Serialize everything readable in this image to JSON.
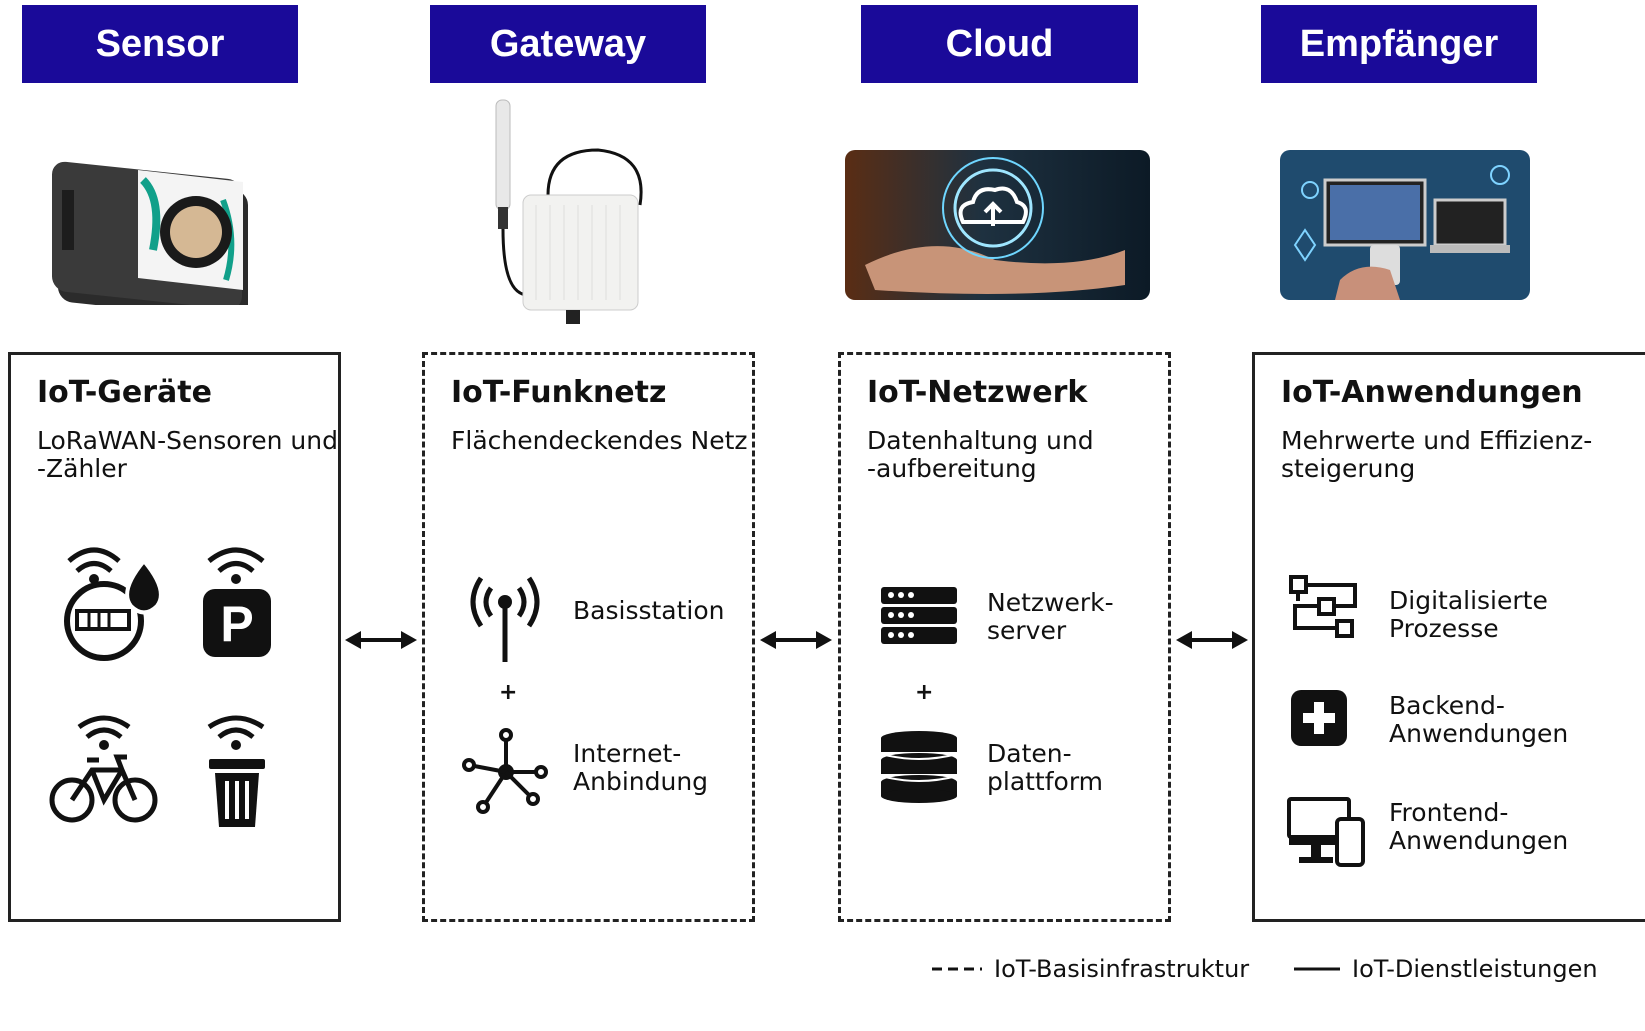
{
  "columns": [
    {
      "header": "Sensor",
      "title": "IoT-Geräte",
      "subtitle": "LoRaWAN-Sensoren und\n-Zähler"
    },
    {
      "header": "Gateway",
      "title": "IoT-Funknetz",
      "subtitle": "Flächendeckendes Netz",
      "items": [
        {
          "label": "Basisstation",
          "icon": "antenna-icon"
        },
        {
          "label": "Internet-\nAnbindung",
          "icon": "network-node-icon"
        }
      ]
    },
    {
      "header": "Cloud",
      "title": "IoT-Netzwerk",
      "subtitle": "Datenhaltung und\n-aufbereitung",
      "items": [
        {
          "label": "Netzwerk-\nserver",
          "icon": "server-icon"
        },
        {
          "label": "Daten-\nplattform",
          "icon": "database-icon"
        }
      ]
    },
    {
      "header": "Empfänger",
      "title": "IoT-Anwendungen",
      "subtitle": "Mehrwerte und Effizienz-\nsteigerung",
      "items": [
        {
          "label": "Digitalisierte\nProzesse",
          "icon": "process-flow-icon"
        },
        {
          "label": "Backend-\nAnwendungen",
          "icon": "plus-square-icon"
        },
        {
          "label": "Frontend-\nAnwendungen",
          "icon": "desktop-mobile-icon"
        }
      ]
    }
  ],
  "plus_sign": "+",
  "parking_letter": "P",
  "legend": {
    "dashed": "IoT-Basisinfrastruktur",
    "solid": "IoT-Dienstleistungen"
  },
  "colors": {
    "header_bg": "#1a0a99",
    "header_text": "#ffffff"
  }
}
